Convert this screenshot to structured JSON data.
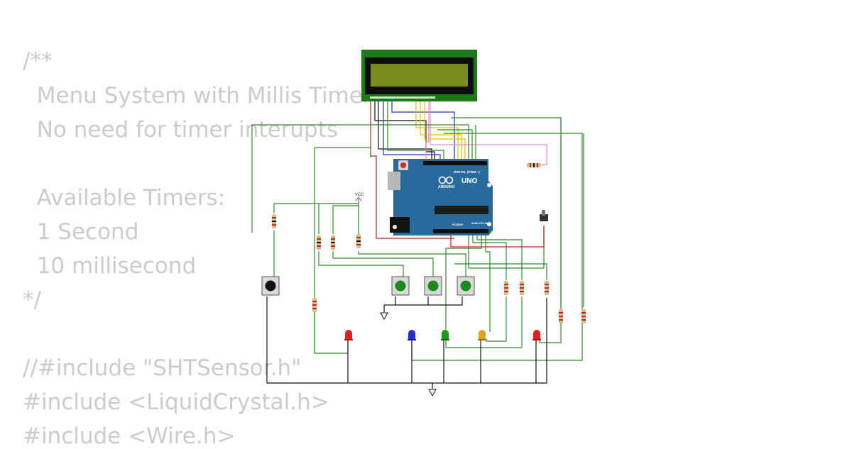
{
  "background_code": {
    "lines": [
      "/**",
      "  Menu System with Millis Timer",
      "  No need for timer interupts",
      "",
      "  Available Timers:",
      "  1 Second",
      "  10 millisecond",
      "*/",
      "",
      "//#include \"SHTSensor.h\"",
      "#include <LiquidCrystal.h>",
      "#include <Wire.h>"
    ]
  },
  "board": {
    "name": "UNO",
    "brand": "ARDUINO",
    "digital_label": "DIGITAL (PWM ~)",
    "power_label": "POWER",
    "analog_label": "ANALOG IN",
    "color": "#2a6b9e"
  },
  "supply": {
    "vcc_label": "VCC"
  },
  "colors": {
    "lcd_frame": "#1a7a1a",
    "lcd_screen": "#7a8b1e",
    "wire_green": "#2e8b2e",
    "wire_red": "#cc2222",
    "wire_black": "#111111",
    "wire_blue": "#2233bb",
    "wire_yellow": "#e6c200",
    "wire_pink": "#e88ad0"
  },
  "leds": [
    "red",
    "blue",
    "green",
    "orange",
    "red"
  ],
  "buttons": [
    "black",
    "green",
    "green",
    "green"
  ]
}
